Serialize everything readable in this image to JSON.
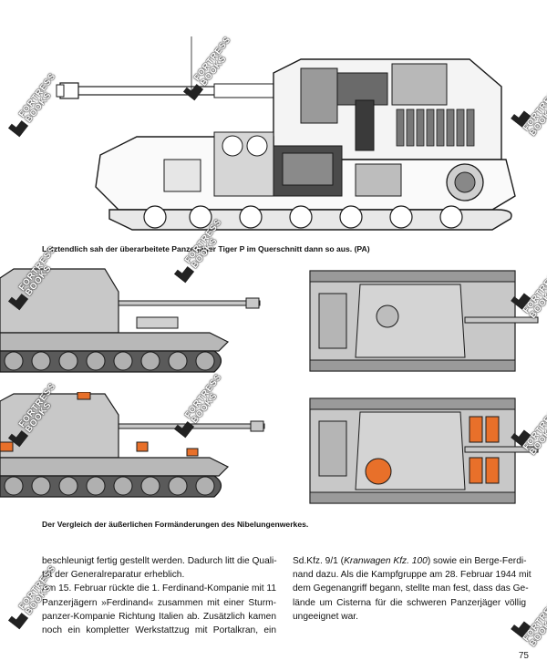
{
  "captions": {
    "top": "Letztendlich sah der überarbeitete Panzerjäger Tiger P im Querschnitt dann so aus. (PA)",
    "middle": "Der Vergleich der äußerlichen Formänderungen des Nibelungenwerkes."
  },
  "figures": {
    "cutaway": "tiger-p-cutaway-drawing",
    "side_early": "ferdinand-side-view-original",
    "side_late": "elefant-side-view-modified",
    "top_early": "ferdinand-top-view-original",
    "top_late": "elefant-top-view-modified"
  },
  "colors": {
    "hull": "#c8c8c8",
    "hull_dark": "#8a8a8a",
    "outline": "#1a1a1a",
    "change_highlight": "#e8702a"
  },
  "watermark": {
    "line1": "FORTRESS",
    "line2": "BOOKS"
  },
  "text": {
    "left": [
      "beschleunigt fertig gestellt werden. Dadurch litt die Quali-",
      "tät der Generalreparatur erheblich.",
      "Am 15. Februar rückte die 1. Ferdinand-Kompanie mit 11",
      "Panzerjägern »Ferdinand« zusammen mit einer Sturm-",
      "panzer-Kompanie Richtung Italien ab. Zusätzlich kamen",
      "noch ein kompletter Werkstattzug mit Portalkran, ein"
    ],
    "right_l1": "Sd.Kfz. 9/1 (",
    "right_l1_italic": "Kranwagen Kfz. 100",
    "right_l1_end": ") sowie ein Berge-Ferdi-",
    "right": [
      "nand dazu. Als die Kampfgruppe am 28. Februar 1944 mit",
      "dem Gegenangriff begann, stellte man fest, dass das Ge-",
      "lände um Cisterna für die schweren Panzerjäger völlig",
      "ungeeignet war."
    ]
  },
  "page_number": "75"
}
